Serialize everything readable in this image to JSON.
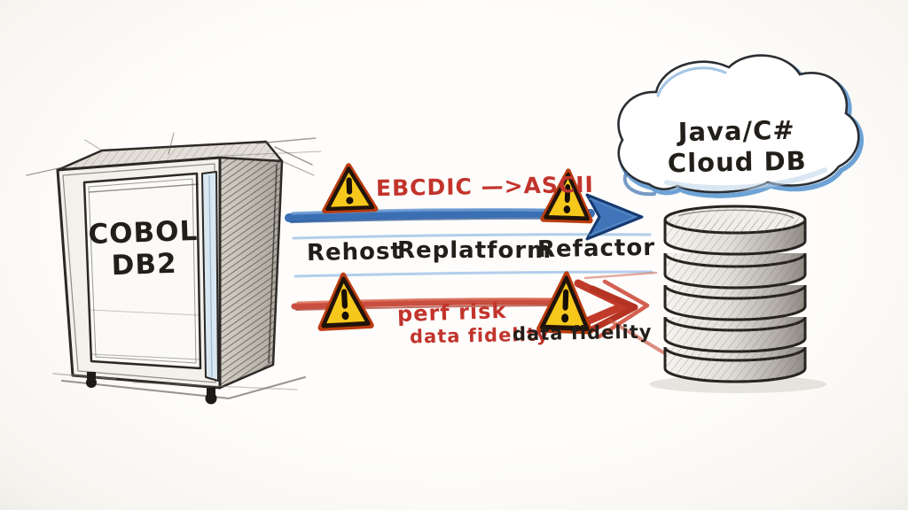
{
  "diagram": {
    "kind": "hand-drawn mainframe to cloud migration sketch",
    "background_color": "#fbfaf7"
  },
  "mainframe": {
    "label_line1": "COBOL",
    "label_line2": "DB2"
  },
  "blue_path": {
    "annotation": "EBCDIC —>ASCII",
    "arrow_color": "#3c72b7",
    "annotation_color": "#c2342c"
  },
  "strategies": {
    "items": [
      "Rehost",
      "Replatform",
      "Refactor"
    ],
    "text_color": "#221e19",
    "guide_line_color": "#a5c6e8"
  },
  "red_path": {
    "label_perf": "perf risk",
    "label_fidelity_red": "data fidelity",
    "label_fidelity_black": "data fidelity",
    "arrow_color": "#c8402c"
  },
  "warnings": {
    "icon": "warning-triangle-icon",
    "count": 4,
    "fill_color": "#f7c81c",
    "border_color": "#20130a",
    "outer_edge_color": "#bb3c0f"
  },
  "cloud": {
    "label_line1": "Java/C#",
    "label_line2": "Cloud DB",
    "outline_blue": "#4a8ccd",
    "outline_ink": "#2a2e33"
  },
  "database": {
    "disc_count": 5,
    "ink_color": "#26221d"
  }
}
